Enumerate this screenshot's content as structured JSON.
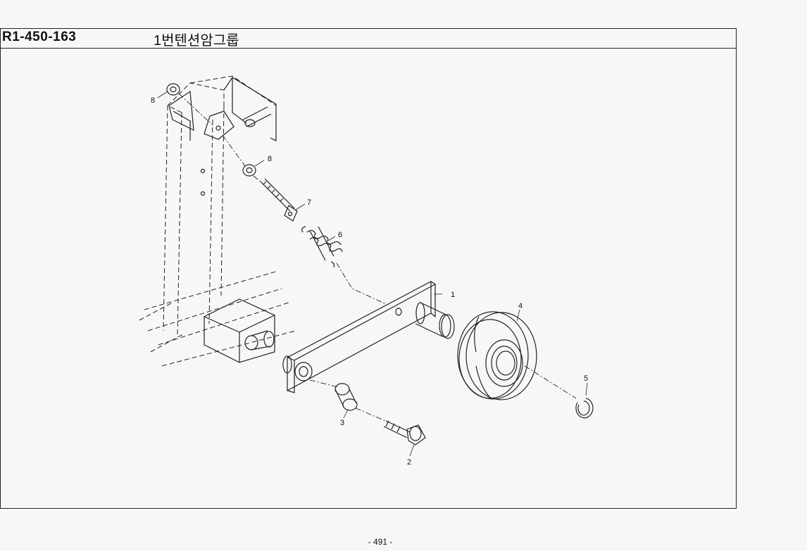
{
  "header": {
    "part_code": "R1-450-163",
    "title": "1번텐션암그룹"
  },
  "callouts": [
    "1",
    "2",
    "3",
    "4",
    "5",
    "6",
    "7",
    "8",
    "8"
  ],
  "footer": {
    "page": "- 491 -"
  }
}
